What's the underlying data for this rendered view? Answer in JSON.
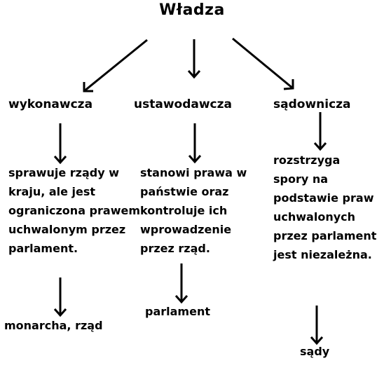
{
  "diagram": {
    "title": "Władza",
    "branches": [
      {
        "name": "wykonawcza",
        "description": "sprawuje rządy w kraju, ale jest ograniczona prawem uchwalonym przez parlament.",
        "leaf": "monarcha, rząd"
      },
      {
        "name": "ustawodawcza",
        "description": "stanowi prawa w państwie oraz kontroluje ich wprowadzenie przez rząd.",
        "leaf": "parlament"
      },
      {
        "name": "sądownicza",
        "description": "rozstrzyga spory na podstawie praw uchwalonych przez parlament jest niezależna.",
        "leaf": "sądy"
      }
    ]
  }
}
